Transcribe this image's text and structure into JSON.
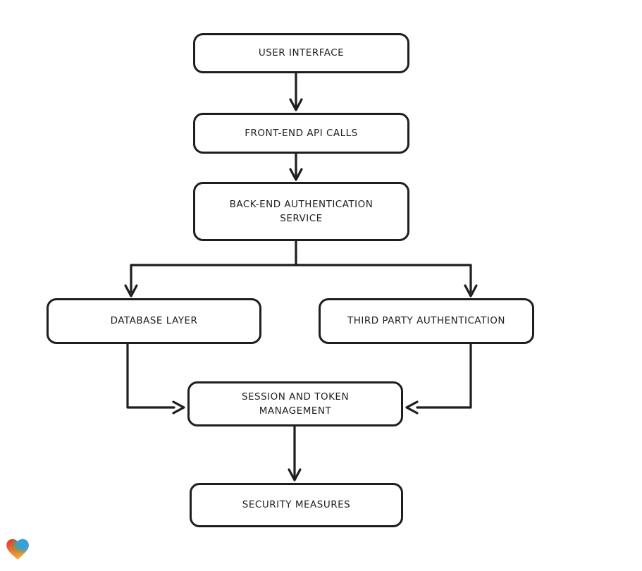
{
  "canvas": {
    "background_color": "#ffffff",
    "stroke_color": "#1e1e1e"
  },
  "diagram": {
    "type": "flowchart",
    "nodes": [
      {
        "id": "user-interface",
        "label": "USER INTERFACE"
      },
      {
        "id": "front-end-api-calls",
        "label": "FRONT-END API CALLS"
      },
      {
        "id": "back-end-authentication-service",
        "label": "BACK-END AUTHENTICATION\nSERVICE"
      },
      {
        "id": "database-layer",
        "label": "DATABASE LAYER"
      },
      {
        "id": "third-party-authentication",
        "label": "THIRD PARTY AUTHENTICATION"
      },
      {
        "id": "session-and-token-management",
        "label": "SESSION AND TOKEN\nMANAGEMENT"
      },
      {
        "id": "security-measures",
        "label": "SECURITY MEASURES"
      }
    ],
    "edges": [
      {
        "from": "user-interface",
        "to": "front-end-api-calls"
      },
      {
        "from": "front-end-api-calls",
        "to": "back-end-authentication-service"
      },
      {
        "from": "back-end-authentication-service",
        "to": "database-layer"
      },
      {
        "from": "back-end-authentication-service",
        "to": "third-party-authentication"
      },
      {
        "from": "database-layer",
        "to": "session-and-token-management"
      },
      {
        "from": "third-party-authentication",
        "to": "session-and-token-management"
      },
      {
        "from": "session-and-token-management",
        "to": "security-measures"
      }
    ]
  },
  "logo": {
    "name": "gradient-heart",
    "gradient_colors": {
      "red": "#e8372e",
      "orange": "#f6a83a",
      "green": "#45b054",
      "blue": "#2ba3ea"
    }
  }
}
